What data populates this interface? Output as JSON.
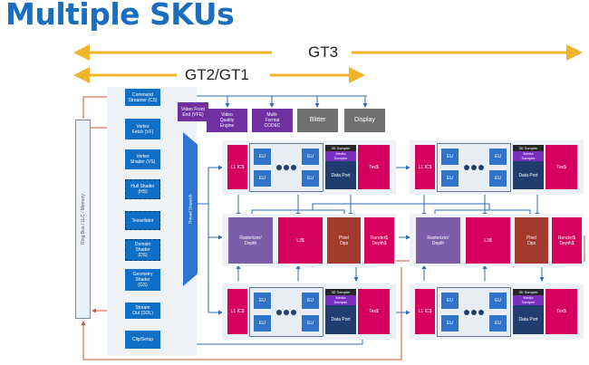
{
  "title": "Multiple SKUs",
  "sku_ranges": {
    "gt3_label": "GT3",
    "gt2_gt1_label": "GT2/GT1"
  },
  "colors": {
    "title": "#1a6dbf",
    "sku_arrow": "#f0b429",
    "fixed_function": "#0f6fc6",
    "media_purple": "#7030a0",
    "gray_unit": "#707070",
    "cache_magenta": "#d6005f",
    "rasterizer": "#7b5ea7",
    "pixel_ops": "#a33a2c",
    "data_port": "#1f3d6e",
    "red_wire": "#d0533a",
    "blue_wire": "#2e6bb8"
  },
  "ring_bus": {
    "label": "Ring Bus / LLC / Memory"
  },
  "pipeline": [
    {
      "label": "Command\nStreamer (CS)",
      "style": "solid"
    },
    {
      "label": "Vertex\nFetch (VF)",
      "style": "solid"
    },
    {
      "label": "Vertex\nShader (VS)",
      "style": "solid"
    },
    {
      "label": "Hull Shader\n(HS)",
      "style": "dashed"
    },
    {
      "label": "Tessellator",
      "style": "dashed"
    },
    {
      "label": "Domain\nShader\n(DS)",
      "style": "dashed"
    },
    {
      "label": "Geometry\nShader\n(GS)",
      "style": "solid"
    },
    {
      "label": "Stream\nOut (SOL)",
      "style": "solid"
    },
    {
      "label": "Clip/Setup",
      "style": "solid"
    }
  ],
  "video_front_end": {
    "label": "Video Front\nEnd (VFE)"
  },
  "thread_dispatch": {
    "label": "Thread Dispatch"
  },
  "top_units": [
    {
      "label": "Video\nQuality\nEngine",
      "kind": "purple"
    },
    {
      "label": "Multi-\nFormat\nCODEC",
      "kind": "purple"
    },
    {
      "label": "Blitter",
      "kind": "gray"
    },
    {
      "label": "Display",
      "kind": "gray"
    }
  ],
  "subslice": {
    "icache": "L1 IC$",
    "eu": "EU",
    "sampler_3d": "3D Sampler",
    "media_sampler": "Media\nSampler",
    "data_port": "Data Port",
    "tex_cache": "Tex$"
  },
  "slice_common": {
    "rasterizer": "Rasterizer/\nDepth",
    "l3": "L3$",
    "pixel_ops": "Pixel\nOps",
    "render_depth": "Render$\nDepth$"
  }
}
